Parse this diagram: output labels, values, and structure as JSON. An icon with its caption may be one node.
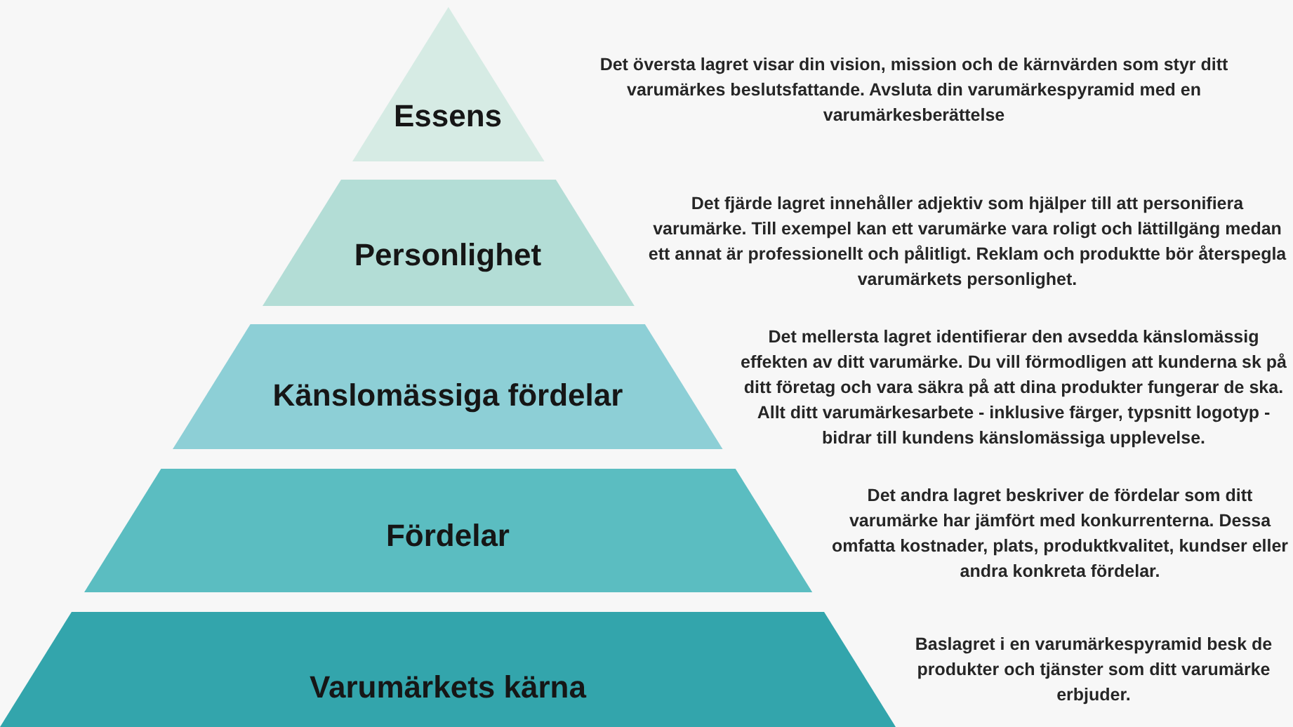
{
  "diagram": {
    "nodes": [
      {
        "text": [
          "Essens"
        ],
        "beside": [
          "Det översta lagret visar din vision, mission och de kärnvärden som styr ditt varumärkes beslutsfattande. Avsluta din varumärkespyramid med en varumärkesberättelse"
        ]
      },
      {
        "text": [
          "Personlighet"
        ],
        "beside": [
          "Det fjärde lagret innehåller adjektiv som hjälper till att personifiera varumärke. Till exempel kan ett varumärke vara roligt och lättillgäng medan ett annat är professionellt och pålitligt. Reklam och produktte bör återspegla varumärkets personlighet."
        ]
      },
      {
        "text": [
          "Känslomässiga fördelar"
        ],
        "beside": [
          "Det mellersta lagret identifierar den avsedda känslomässig effekten av ditt varumärke. Du vill förmodligen att kunderna sk på ditt företag och vara säkra på att dina produkter fungerar de ska. Allt ditt varumärkesarbete - inklusive färger, typsnitt logotyp - bidrar till kundens känslomässiga upplevelse."
        ]
      },
      {
        "text": [
          "Fördelar"
        ],
        "beside": [
          "Det andra lagret beskriver de fördelar som ditt varumärke har jämfört med konkurrenterna. Dessa omfatta kostnader, plats, produktkvalitet, kundser eller andra konkreta fördelar."
        ]
      },
      {
        "text": [
          "Varumärkets kärna"
        ],
        "beside": [
          "Baslagret i en varumärkespyramid besk de produkter och tjänster som ditt varumärke erbjuder."
        ]
      }
    ]
  }
}
